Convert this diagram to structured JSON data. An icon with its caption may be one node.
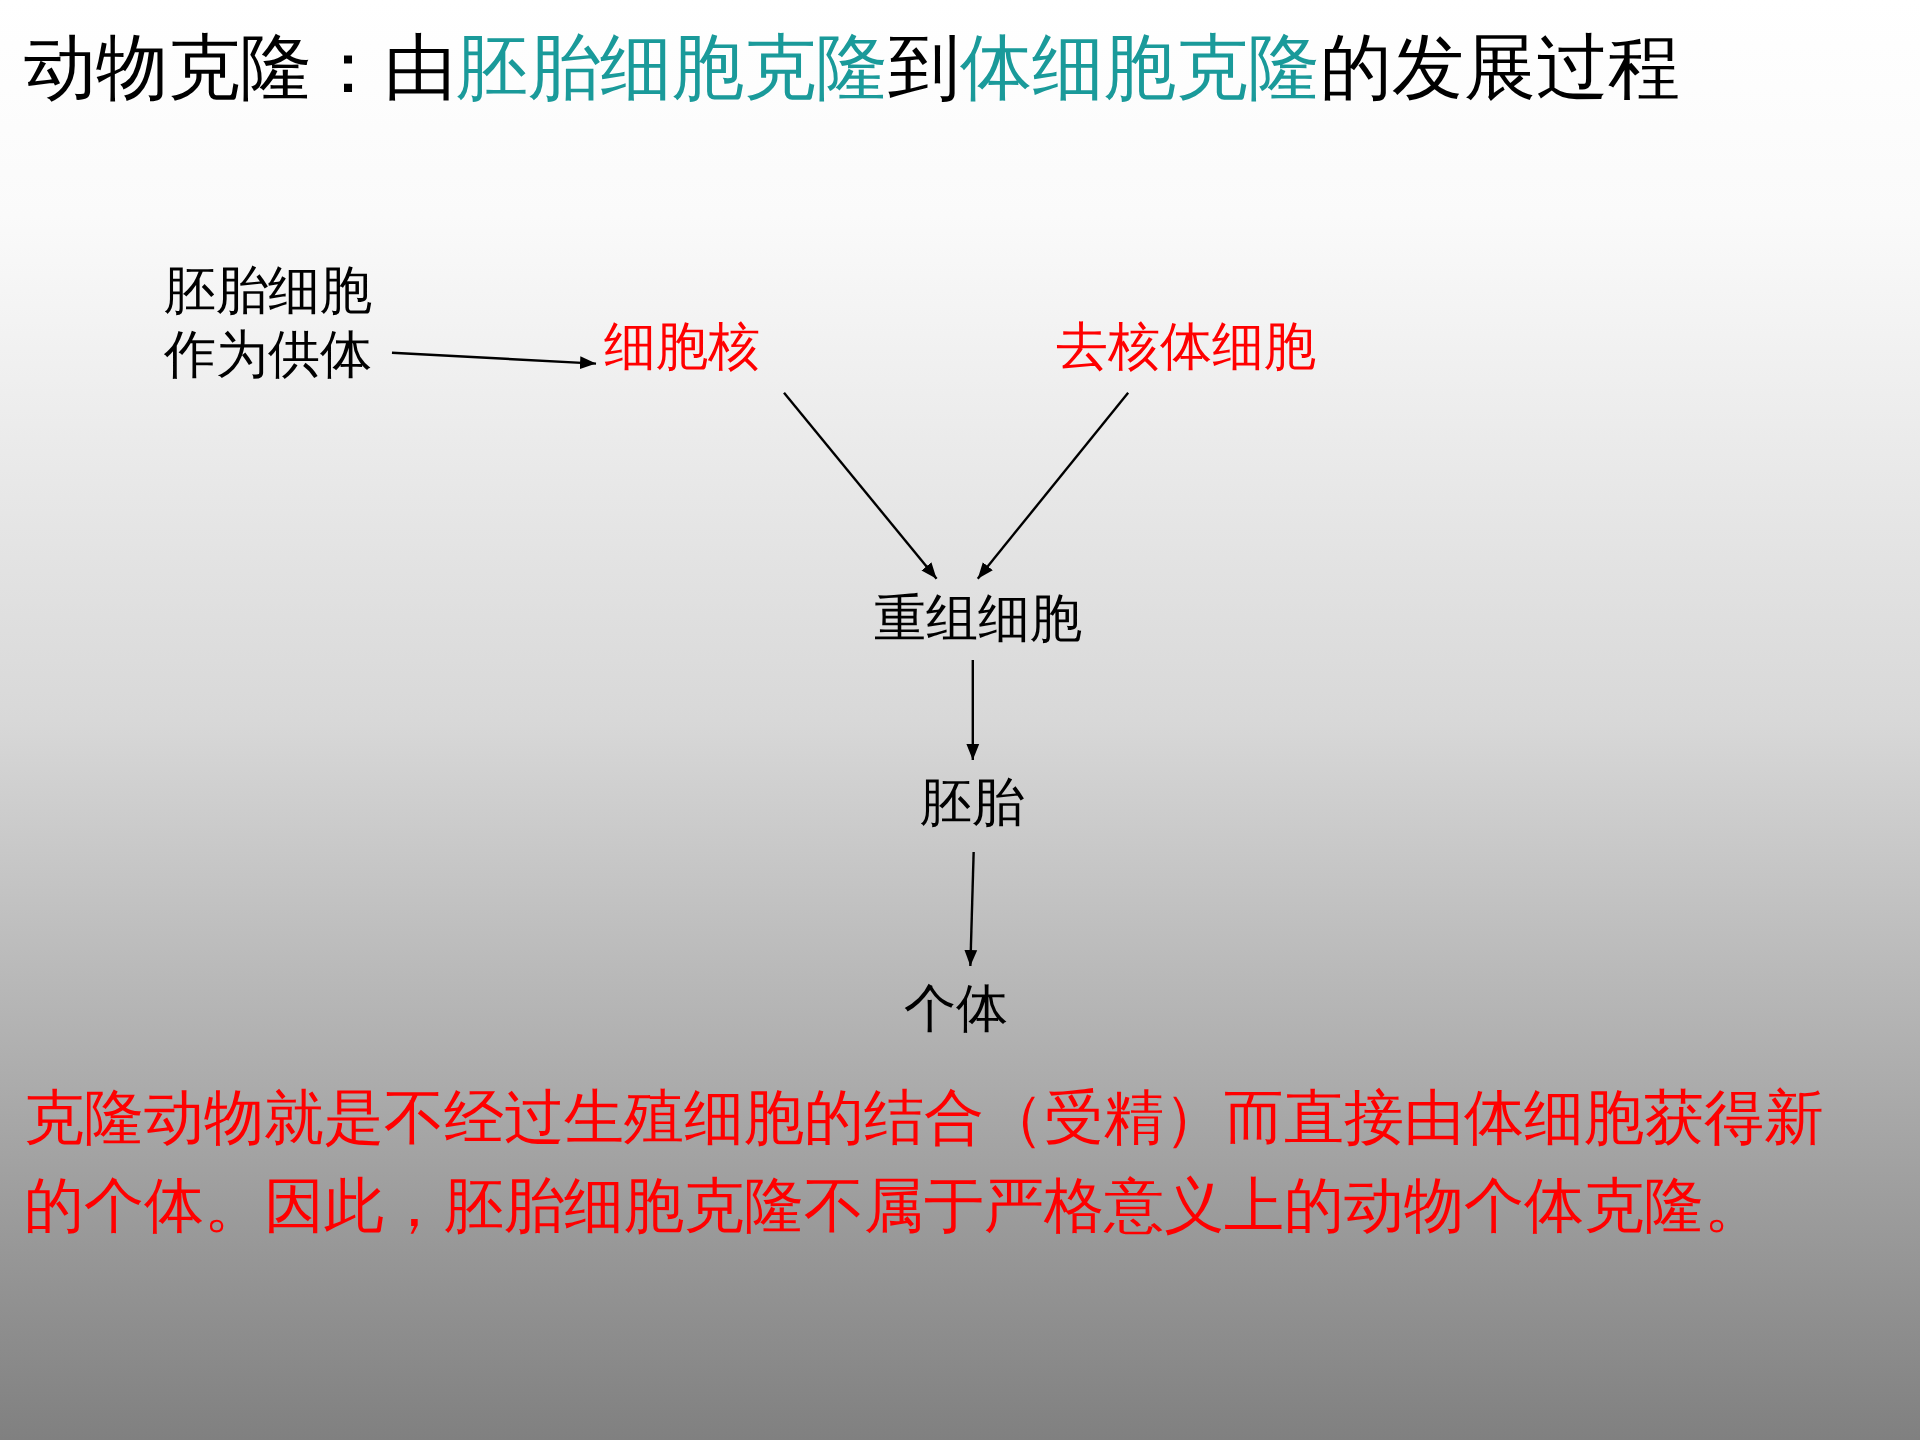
{
  "diagram": {
    "title": "动物克隆：由**胚胎细胞克隆**到**体细胞克隆**的发展过程",
    "nodes": [
      {
        "text": [
          "胚胎细胞作为供体"
        ]
      },
      {
        "text": [
          "细胞核"
        ]
      },
      {
        "text": [
          "去核体细胞"
        ]
      },
      {
        "text": [
          "重组细胞"
        ]
      },
      {
        "text": [
          "胚胎"
        ]
      },
      {
        "text": [
          "个体"
        ]
      }
    ],
    "edges": [
      {
        "from": 0,
        "to": 1,
        "arrow": "to"
      },
      {
        "from": 1,
        "to": 3,
        "arrow": "to"
      },
      {
        "from": 2,
        "to": 3,
        "arrow": "to"
      },
      {
        "from": 3,
        "to": 4,
        "arrow": "to"
      },
      {
        "from": 4,
        "to": 5,
        "arrow": "to"
      }
    ],
    "caption": "克隆动物就是不经过生殖细胞的结合（受精）而直接由体细胞获得新的个体。因此，胚胎细胞克隆不属于严格意义上的动物个体克隆。"
  }
}
